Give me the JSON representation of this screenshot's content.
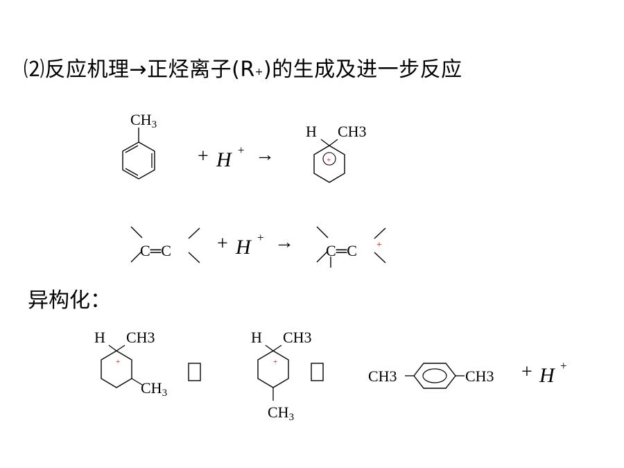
{
  "title": {
    "prefix": "⑵反应机理→正烃离子(R",
    "superscript": "+",
    "suffix": ")的生成及进一步反应"
  },
  "reaction1": {
    "toluene_substituent": "CH",
    "toluene_subscript": "3",
    "plus_h": "+",
    "h_letter": "H",
    "h_charge": "+",
    "arrow": "→",
    "product_h": "H",
    "product_ch3": "CH3",
    "product_charge": "+"
  },
  "reaction2": {
    "reactant": "C═C",
    "plus_h": "+",
    "h_letter": "H",
    "h_charge": "+",
    "arrow": "→",
    "product": "C═C",
    "product_charge": "+"
  },
  "isomerization_heading": "异构化：",
  "isomerization": {
    "ion1_h": "H",
    "ion1_ch3": "CH3",
    "ion1_substituent": "CH",
    "ion1_subscript": "3",
    "ion1_charge": "+",
    "connector_1": "",
    "ion2_h": "H",
    "ion2_ch3": "CH3",
    "ion2_substituent": "CH",
    "ion2_subscript": "3",
    "ion2_charge": "+",
    "connector_2": "",
    "xylene_left": "CH3",
    "xylene_right": "CH3",
    "plus_h": "+",
    "h_letter": "H",
    "h_charge": "+"
  }
}
